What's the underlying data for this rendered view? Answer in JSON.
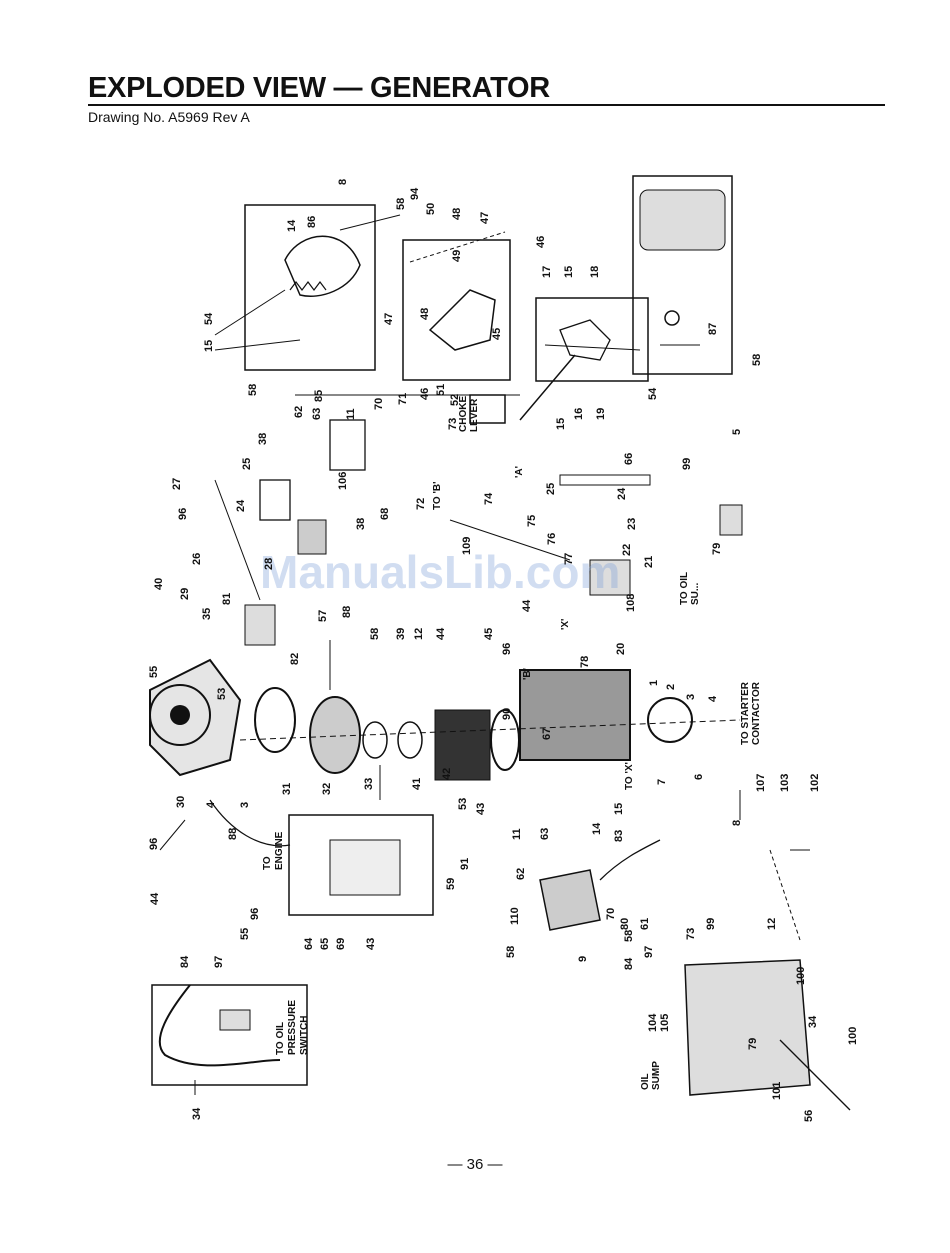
{
  "header": {
    "title": "EXPLODED VIEW — GENERATOR",
    "drawing_no": "Drawing No. A5969 Rev A"
  },
  "footer": {
    "page_number": "— 36 —"
  },
  "watermark": "ManualsLib.com",
  "notes": {
    "to_oil_pressure_switch": [
      "TO OIL",
      "PRESSURE",
      "SWITCH"
    ],
    "to_engine": [
      "TO",
      "ENGINE"
    ],
    "to_starter_contactor": [
      "TO STARTER",
      "CONTACTOR"
    ],
    "choke_lever": [
      "CHOKE",
      "LEVER"
    ],
    "oil_sump": [
      "OIL",
      "SUMP"
    ],
    "to_oil_su": [
      "TO OIL",
      "SU..."
    ],
    "to_b": "TO 'B'",
    "to_x": "TO 'X'",
    "marker_a": "'A'",
    "marker_b": "'B'",
    "marker_x": "'X'"
  },
  "callouts": [
    "8",
    "58",
    "94",
    "50",
    "48",
    "47",
    "46",
    "14",
    "86",
    "54",
    "15",
    "58",
    "85",
    "17",
    "15",
    "18",
    "16",
    "19",
    "49",
    "47",
    "48",
    "46",
    "51",
    "52",
    "45",
    "73",
    "62",
    "63",
    "11",
    "70",
    "71",
    "87",
    "58",
    "54",
    "15",
    "38",
    "25",
    "106",
    "68",
    "72",
    "27",
    "96",
    "24",
    "26",
    "28",
    "38",
    "74",
    "109",
    "75",
    "25",
    "24",
    "23",
    "22",
    "76",
    "77",
    "21",
    "66",
    "99",
    "5",
    "79",
    "40",
    "29",
    "35",
    "81",
    "82",
    "57",
    "88",
    "58",
    "39",
    "12",
    "44",
    "45",
    "96",
    "44",
    "108",
    "20",
    "78",
    "1",
    "2",
    "3",
    "4",
    "55",
    "53",
    "90",
    "67",
    "6",
    "7",
    "8",
    "107",
    "103",
    "102",
    "30",
    "4",
    "3",
    "31",
    "32",
    "33",
    "41",
    "42",
    "53",
    "43",
    "91",
    "59",
    "11",
    "63",
    "62",
    "14",
    "15",
    "83",
    "80",
    "61",
    "73",
    "99",
    "12",
    "96",
    "44",
    "88",
    "55",
    "96",
    "64",
    "65",
    "69",
    "43",
    "110",
    "58",
    "9",
    "70",
    "58",
    "97",
    "84",
    "104",
    "105",
    "79",
    "100",
    "34",
    "101",
    "56",
    "100",
    "84",
    "97",
    "34"
  ]
}
